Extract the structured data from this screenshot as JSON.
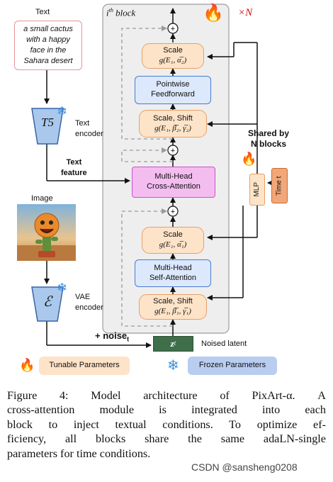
{
  "text_label": "Text",
  "prompt_lines": [
    "a small cactus",
    "with a happy",
    "face in the",
    "Sahara desert"
  ],
  "t5_label": "T5",
  "text_encoder_label": [
    "Text",
    "encoder"
  ],
  "text_feature_label": [
    "Text",
    "feature"
  ],
  "image_label": "Image",
  "vae_symbol": "ℰ",
  "vae_encoder_label": [
    "VAE",
    "encoder"
  ],
  "plus_noise_label": "+ noise",
  "plus_noise_sub": "t",
  "block_title": "i",
  "block_title_sup": "th",
  "block_title_rest": " block",
  "times_n": "×N",
  "blocks": {
    "scale_top": [
      "Scale",
      "g(E₁, α̅₂)"
    ],
    "ffn": [
      "Pointwise",
      "Feedforward"
    ],
    "scale_shift_top": [
      "Scale, Shift",
      "g(E₁, β̅₂, γ̅₂)"
    ],
    "cross_attn": [
      "Multi-Head",
      "Cross-Attention"
    ],
    "scale_mid": [
      "Scale",
      "g(E₁, α̅₁)"
    ],
    "self_attn": [
      "Multi-Head",
      "Self-Attention"
    ],
    "scale_shift_bottom": [
      "Scale, Shift",
      "g(E₁, β̅₁, γ̅₁)"
    ]
  },
  "shared_by": [
    "Shared by",
    "N blocks"
  ],
  "mlp_label": "MLP",
  "time_label": "Time t",
  "zt_label": "z",
  "zt_sub": "t",
  "noised_latent_label": "Noised latent",
  "legend_tunable": "Tunable Parameters",
  "legend_frozen": "Frozen Parameters",
  "caption_lines": [
    "Figure 4:  Model architecture of PixArt-α.  A",
    "cross-attention module is integrated into each",
    "block to inject textual conditions. To optimize ef-",
    "ficiency, all blocks share the same adaLN-single",
    "parameters for time conditions."
  ],
  "watermark": "CSDN @sansheng0208",
  "colors": {
    "tunable": "#fde3c8",
    "frozen": "#dce8fb",
    "cross_attention": "#f3bdf0",
    "block_bg": "#eeeeee"
  }
}
